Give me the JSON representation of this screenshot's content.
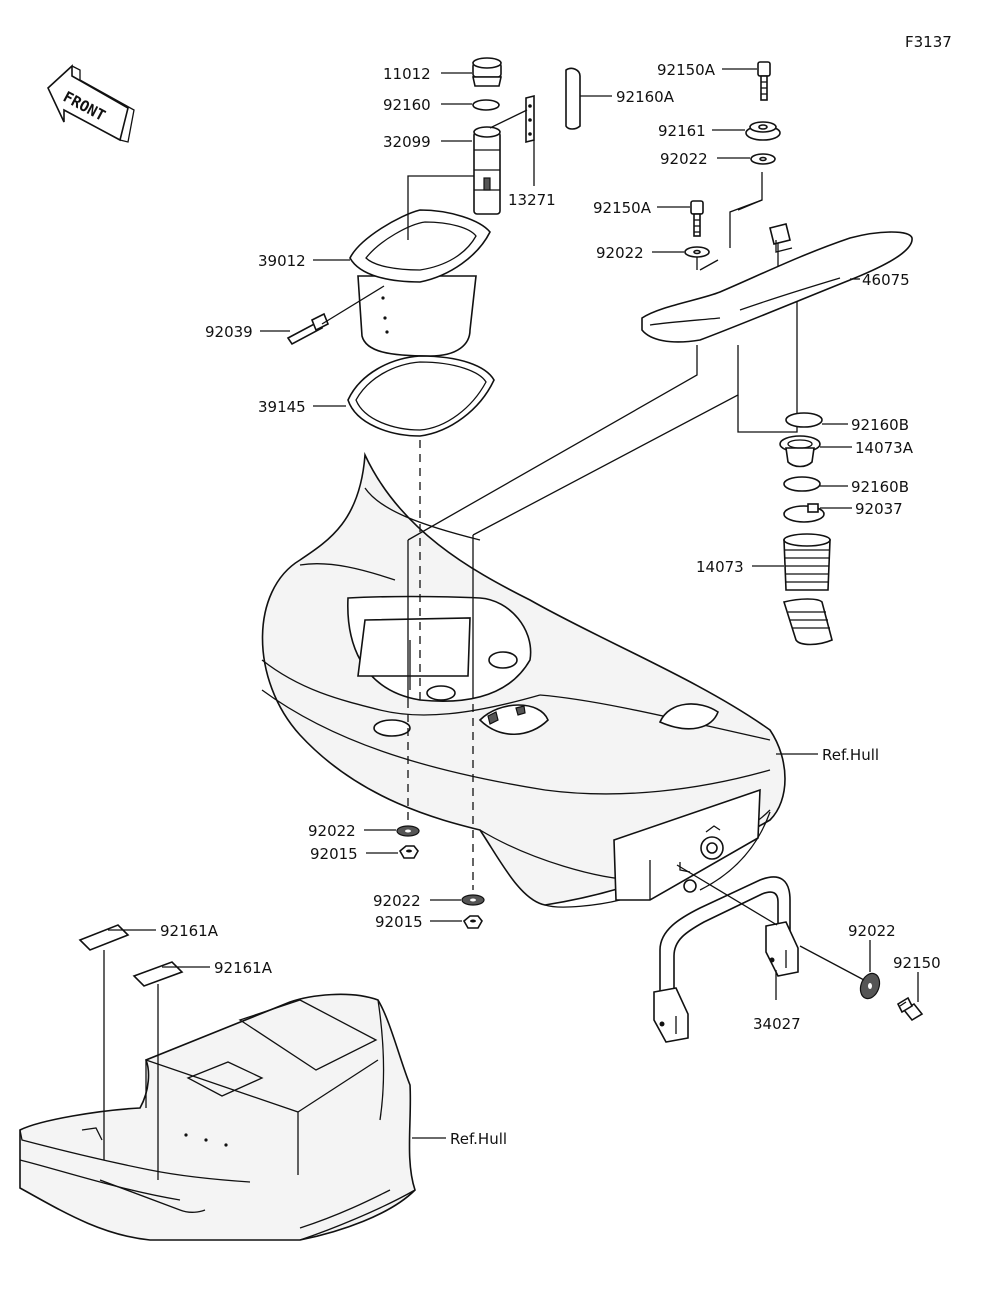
{
  "diagram_code": "F3137",
  "front_label": "FRONT",
  "parts": {
    "p11012": "11012",
    "p92160": "92160",
    "p32099": "32099",
    "p13271": "13271",
    "p92160A": "92160A",
    "p92150A_top": "92150A",
    "p92161": "92161",
    "p92022_top": "92022",
    "p92150A_mid": "92150A",
    "p92022_mid": "92022",
    "p46075": "46075",
    "p39012": "39012",
    "p92039": "92039",
    "p39145": "39145",
    "p92160B_a": "92160B",
    "p14073A": "14073A",
    "p92160B_b": "92160B",
    "p92037": "92037",
    "p14073": "14073",
    "ref_hull_a": "Ref.Hull",
    "p92022_l1": "92022",
    "p92015_l1": "92015",
    "p92022_l2": "92022",
    "p92015_l2": "92015",
    "p92161A_a": "92161A",
    "p92161A_b": "92161A",
    "p92022_r": "92022",
    "p92150": "92150",
    "p34027": "34027",
    "ref_hull_b": "Ref.Hull"
  }
}
